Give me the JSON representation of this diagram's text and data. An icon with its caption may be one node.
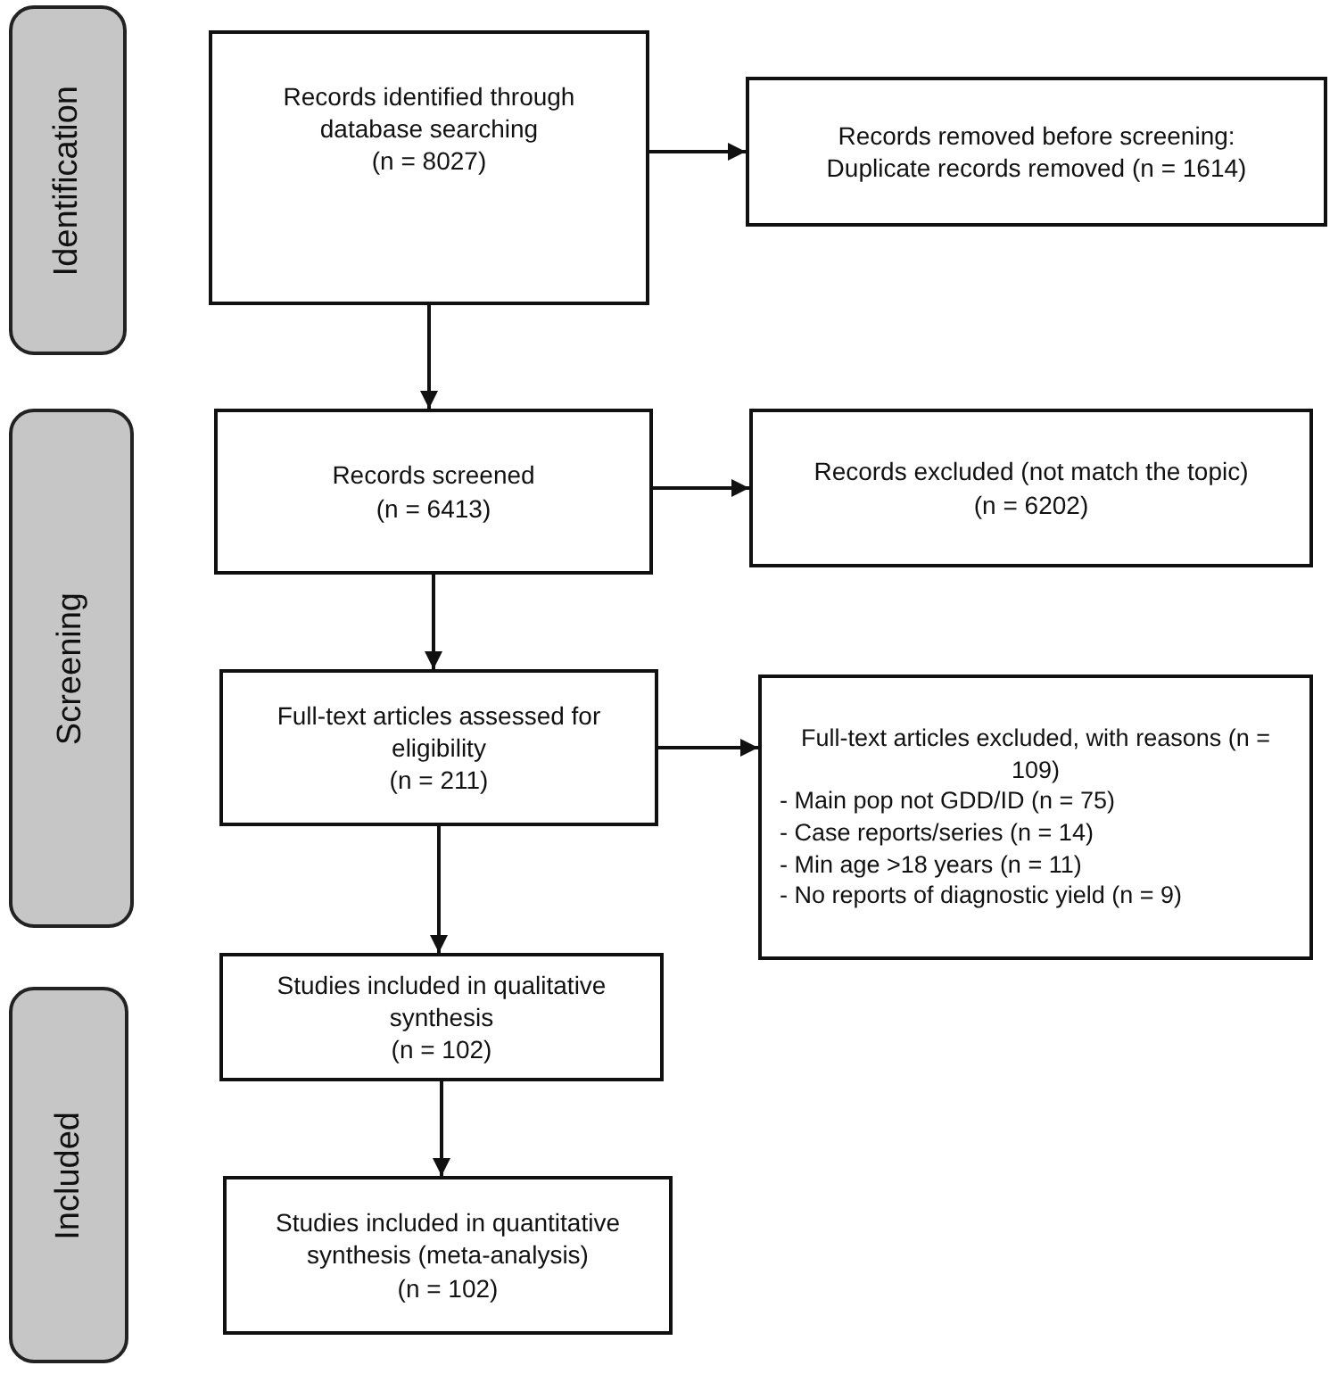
{
  "diagram": {
    "nodes": [
      {
        "text": [
          "Identification"
        ]
      },
      {
        "text": [
          "Records identified through database searching",
          "(n = 8027)"
        ]
      },
      {
        "text": [
          "Records removed before screening:",
          "Duplicate records removed (n = 1614)"
        ]
      },
      {
        "text": [
          "Screening"
        ]
      },
      {
        "text": [
          "Records screened",
          "(n = 6413)"
        ]
      },
      {
        "text": [
          "Records excluded (not match the topic)",
          "(n = 6202)"
        ]
      },
      {
        "text": [
          "Full-text articles assessed for eligibility",
          "(n = 211)"
        ]
      },
      {
        "text": [
          "Full-text articles excluded, with reasons (n = 109)",
          "- Main pop not GDD/ID (n = 75)",
          "- Case reports/series (n = 14)",
          "- Min age >18 years (n = 11)",
          "- No reports of diagnostic yield (n = 9)"
        ]
      },
      {
        "text": [
          "Included"
        ]
      },
      {
        "text": [
          "Studies included in qualitative synthesis",
          "(n = 102)"
        ]
      },
      {
        "text": [
          "Studies included in quantitative synthesis (meta-analysis)",
          "(n = 102)"
        ]
      }
    ],
    "edges": [
      {
        "from": 1,
        "to": 2,
        "arrow": "to"
      },
      {
        "from": 1,
        "to": 4,
        "arrow": "to"
      },
      {
        "from": 4,
        "to": 5,
        "arrow": "to"
      },
      {
        "from": 4,
        "to": 6,
        "arrow": "to"
      },
      {
        "from": 6,
        "to": 7,
        "arrow": "to"
      },
      {
        "from": 6,
        "to": 9,
        "arrow": "to"
      },
      {
        "from": 9,
        "to": 10,
        "arrow": "to"
      }
    ]
  }
}
